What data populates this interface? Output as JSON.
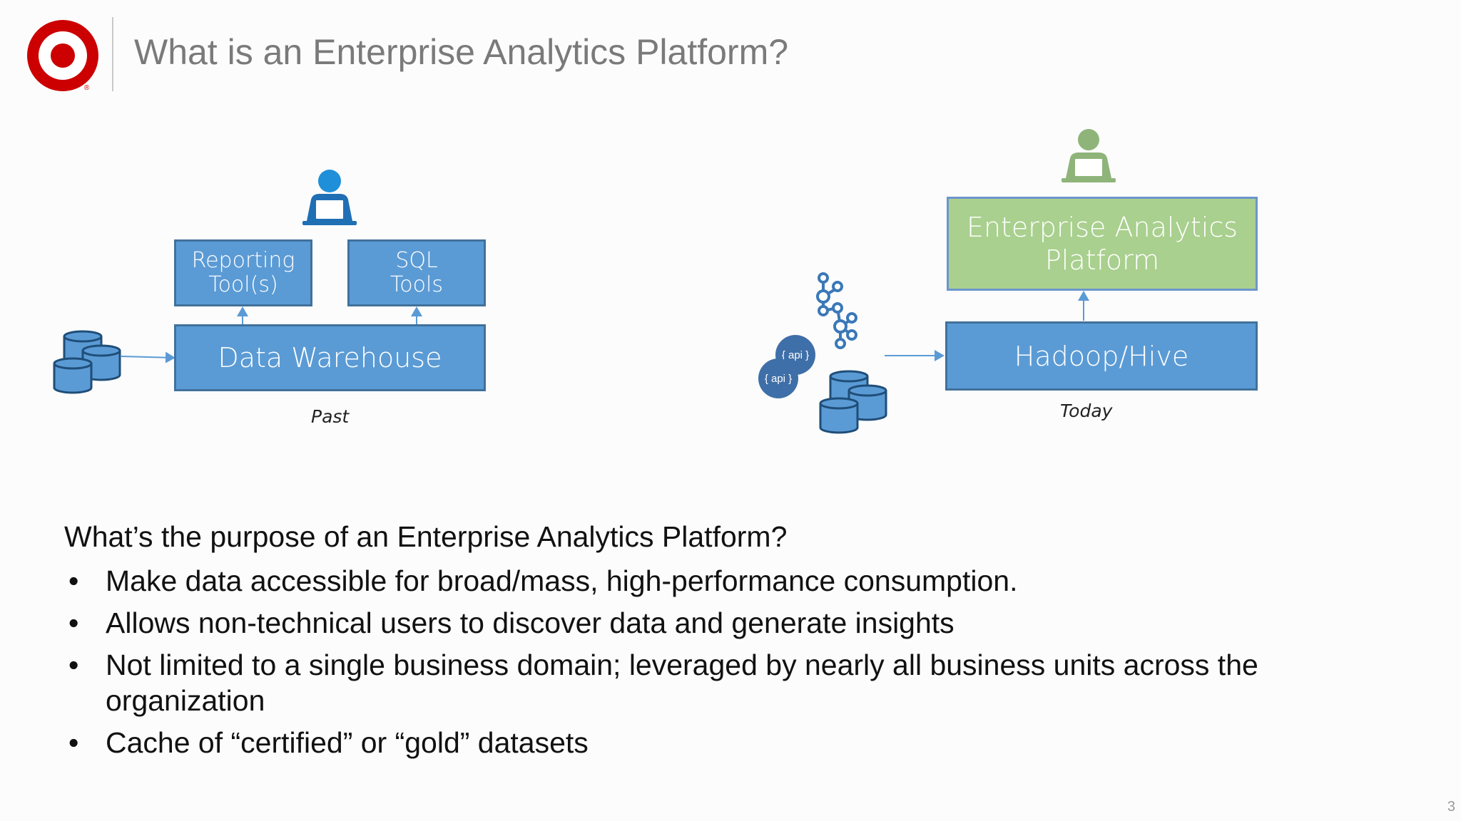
{
  "header": {
    "title": "What is an Enterprise Analytics Platform?"
  },
  "brand": {
    "logo": "target-bullseye-logo",
    "color": "#cc0000"
  },
  "diagram_past": {
    "boxes": {
      "reporting": "Reporting\nTool(s)",
      "sql": "SQL\nTools",
      "warehouse": "Data Warehouse"
    },
    "caption": "Past",
    "icons": [
      "user-at-laptop-icon",
      "database-cluster-icon"
    ]
  },
  "diagram_today": {
    "boxes": {
      "eap": "Enterprise Analytics\nPlatform",
      "hadoop": "Hadoop/Hive"
    },
    "api_labels": [
      "{ api }",
      "{ api }"
    ],
    "caption": "Today",
    "icons": [
      "user-at-laptop-icon",
      "kafka-icon",
      "api-icon",
      "database-cluster-icon"
    ]
  },
  "body": {
    "question": "What’s the purpose of an Enterprise Analytics Platform?",
    "bullet_char": "•",
    "bullets": [
      "Make data accessible for broad/mass, high-performance consumption.",
      "Allows non-technical users to discover data and generate insights",
      "Not limited to a single business domain; leveraged by nearly all business units across the organization",
      "Cache of “certified” or “gold” datasets"
    ]
  },
  "page_number": "3",
  "colors": {
    "box_blue": "#5b9bd5",
    "box_green": "#a9d08e",
    "user_blue": "#1f8fd9",
    "user_green": "#8fb47a",
    "db_blue": "#5b9bd5"
  }
}
